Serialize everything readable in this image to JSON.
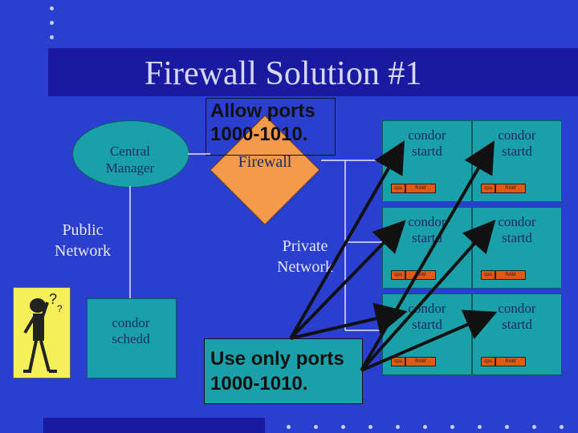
{
  "slide": {
    "title": "Firewall Solution #1",
    "central_manager": "Central\nManager",
    "firewall": "Firewall",
    "allow_ports": "Allow ports\n1000-1010.",
    "public_network": "Public\nNetwork",
    "private_network": "Private\nNetwork",
    "schedd": "condor\nschedd",
    "use_ports": "Use only ports\n1000-1010.",
    "node_label": "condor\nstartd",
    "cpu": "cpu",
    "ram": "RAM"
  },
  "colors": {
    "background": "#2a3fd0",
    "title_bar": "#1a1aa0",
    "teal": "#1aa0a8",
    "firewall": "#f59a4a",
    "chip": "#e05a14"
  }
}
